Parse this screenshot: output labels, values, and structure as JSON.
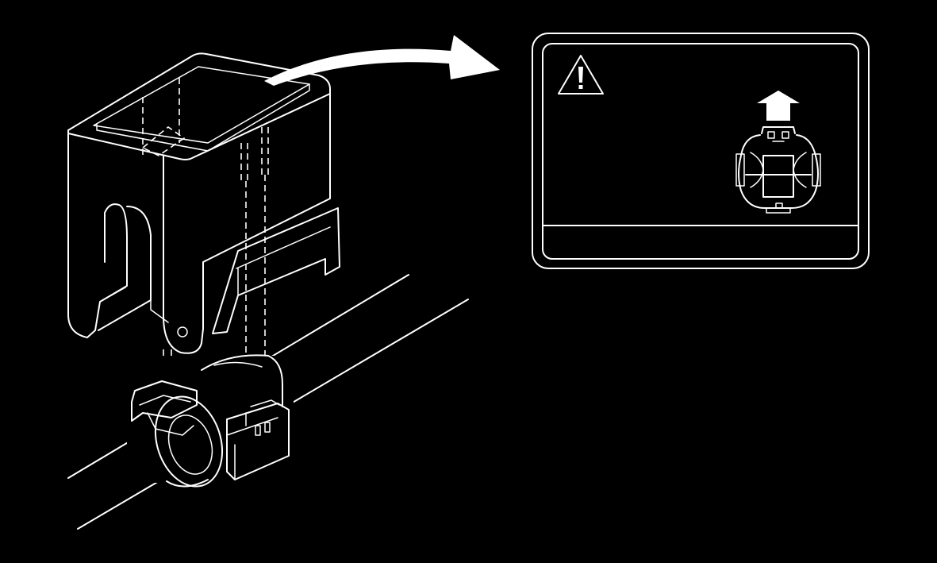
{
  "figure": {
    "background_color": "#000000",
    "line_color": "#ffffff",
    "components": {
      "cover": "connector-cover",
      "connector": "wiring-harness-connector",
      "label": "warning-label",
      "warning_icon": "warning-triangle-icon",
      "direction_arrow": "up-arrow-icon"
    }
  }
}
